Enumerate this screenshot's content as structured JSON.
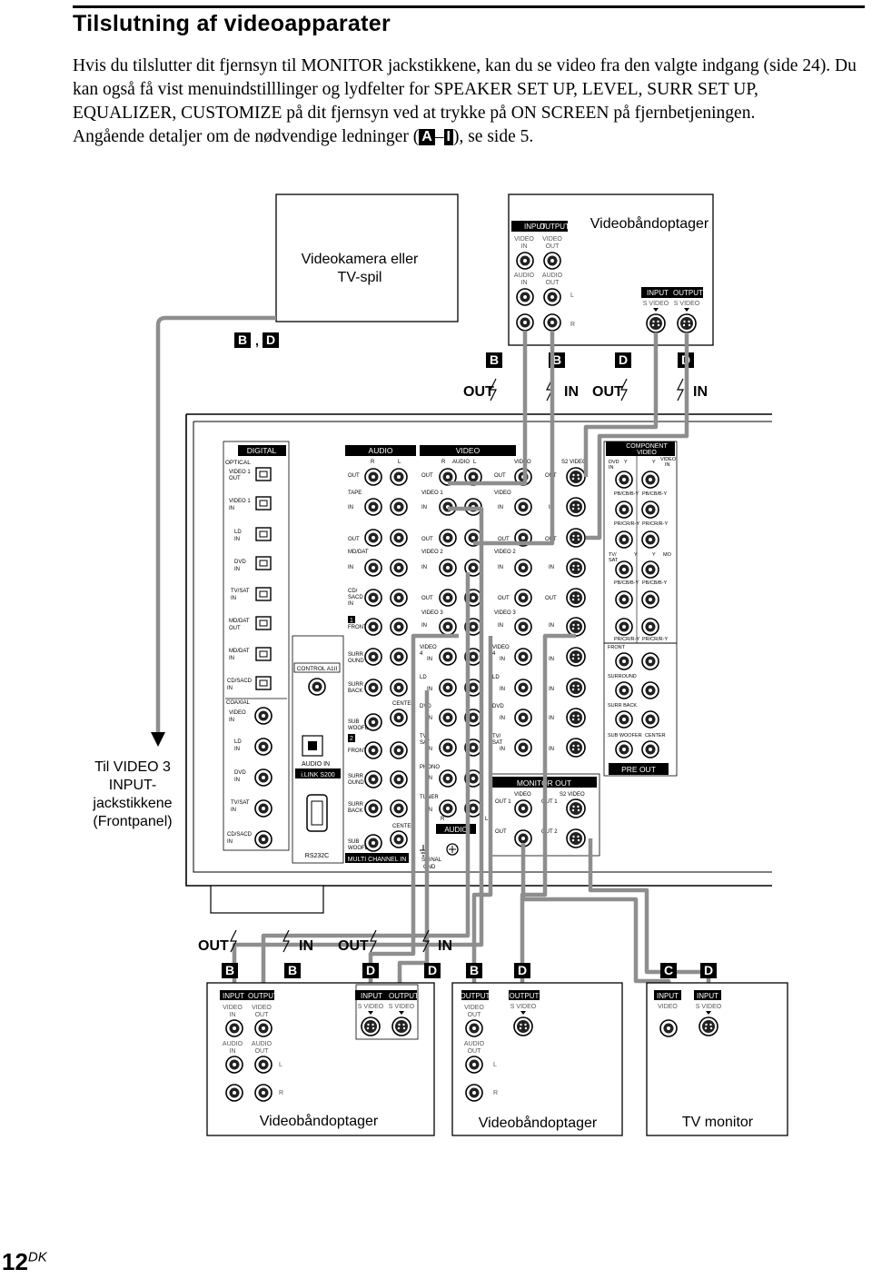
{
  "page": {
    "title": "Tilslutning af videoapparater",
    "intro_line1": "Hvis du tilslutter dit fjernsyn til MONITOR jackstikkene, kan du se video fra den valgte indgang (side 24). Du kan også få vist menuindstilllinger og lydfelter for SPEAKER SET UP, LEVEL, SURR SET UP, EQUALIZER, CUSTOMIZE på dit fjernsyn ved at trykke på ON SCREEN på fjernbetjeningen.",
    "intro_line2_prefix": "Angående detaljer om de nødvendige ledninger (",
    "intro_key_a": "A",
    "intro_dash": "–",
    "intro_key_i": "I",
    "intro_line2_suffix": "), se side 5.",
    "page_number": "12",
    "page_lang": "DK"
  },
  "diagram": {
    "camcorder_label": "Videokamera eller TV-spil",
    "vcr_top_label": "Videobåndoptager",
    "frontpanel_label": "Til VIDEO 3 INPUT-jackstikkene (Frontpanel)",
    "bottom_labels": [
      "Videobåndoptager",
      "Videobåndoptager",
      "TV monitor"
    ],
    "cable_keys_top_left": [
      "B",
      "D"
    ],
    "cable_keys_top": [
      "B",
      "B",
      "D",
      "D"
    ],
    "cable_keys_bottom": [
      "B",
      "B",
      "D",
      "D",
      "B",
      "D",
      "C",
      "D"
    ],
    "flow_top": [
      "OUT",
      "IN",
      "OUT",
      "IN"
    ],
    "flow_bottom": [
      "OUT",
      "IN",
      "OUT",
      "IN"
    ],
    "device_jacks": {
      "input": "INPUT",
      "output": "OUTPUT",
      "video_in": "VIDEO IN",
      "video_out": "VIDEO OUT",
      "audio_in": "AUDIO IN",
      "audio_out": "AUDIO OUT",
      "s_video": "S VIDEO",
      "video": "VIDEO",
      "l": "L",
      "r": "R"
    },
    "receiver": {
      "digital": "DIGITAL",
      "optical": "OPTICAL",
      "optical_jacks": [
        "VIDEO 1 OUT",
        "VIDEO 1 IN",
        "LD IN",
        "DVD IN",
        "TV/SAT IN",
        "MD/DAT OUT",
        "MD/DAT IN",
        "CD/SACD IN"
      ],
      "coaxial": "COAXIAL",
      "coaxial_jacks": [
        "VIDEO IN",
        "LD IN",
        "DVD IN",
        "TV/SAT IN",
        "CD/SACD IN"
      ],
      "control": "CONTROL A1II",
      "audio_in": "AUDIO IN",
      "ilink": "i.LINK S200",
      "rs232c": "RS232C",
      "audio": "AUDIO",
      "video": "VIDEO",
      "fl_r": "R",
      "fl_l": "L",
      "audio_rows": [
        "OUT",
        "TAPE",
        "IN",
        "OUT",
        "MD/DAT",
        "IN",
        "CD/SACD IN",
        "FRONT",
        "SURROUND",
        "SURR BACK",
        "SUB WOOFER",
        "FRONT",
        "SURROUND",
        "SURR BACK",
        "SUB WOOFER"
      ],
      "video_sources": [
        "VIDEO 1",
        "VIDEO 2",
        "VIDEO 3",
        "VIDEO 4",
        "LD",
        "DVD",
        "TV/SAT",
        "PHONO",
        "TUNER"
      ],
      "center": "CENTER",
      "multi_channel_in": "MULTI CHANNEL IN",
      "signal_gnd": "SIGNAL GND",
      "monitor_out": "MONITOR OUT",
      "out1": "OUT 1",
      "out2": "OUT 2",
      "s2_video": "S2 VIDEO",
      "component_video": "COMPONENT VIDEO",
      "component_labels": [
        "Y",
        "PB/CB/B-Y",
        "PR/CR/R-Y"
      ],
      "pre_out": "PRE OUT",
      "pre_out_rows": [
        "FRONT",
        "SURROUND",
        "SURR BACK",
        "SUB WOOFER",
        "CENTER"
      ],
      "io_out": "OUT",
      "io_in": "IN"
    }
  }
}
